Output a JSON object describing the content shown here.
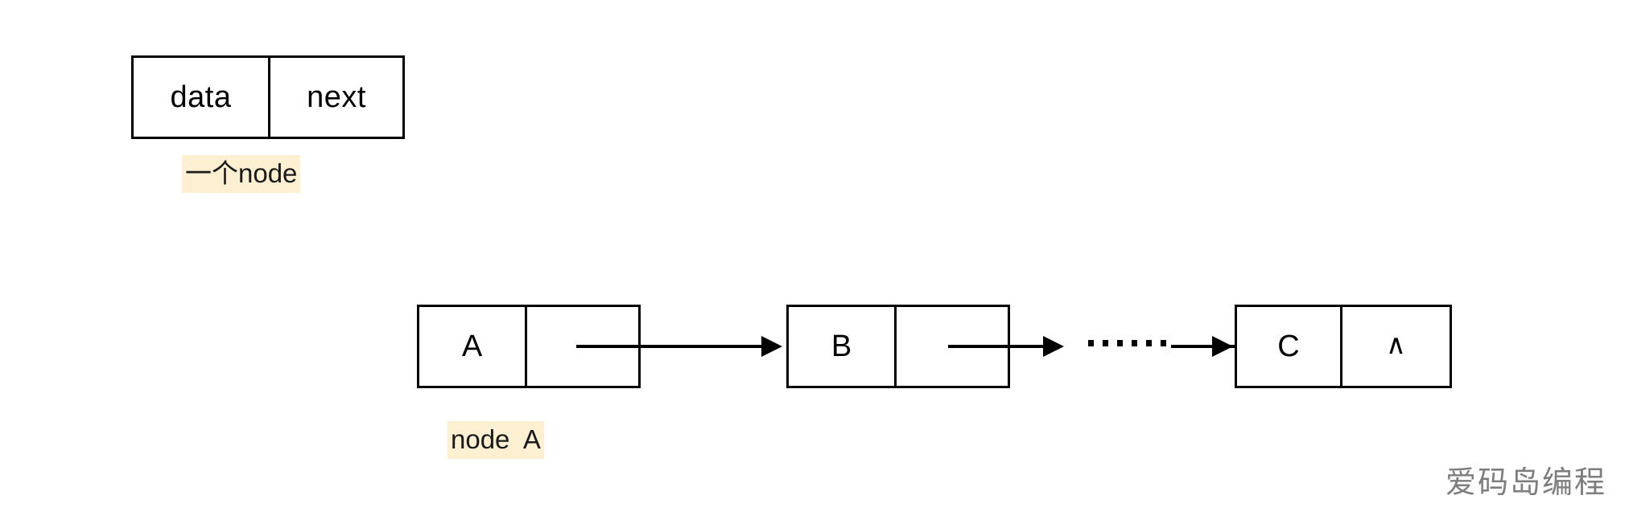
{
  "diagram": {
    "title": "linked-list node diagram",
    "background_color": "#ffffff",
    "stroke_color": "#000000",
    "highlight_color": "#fdefd2",
    "watermark_color": "#7d7d7d"
  },
  "template_node": {
    "data_label": "data",
    "next_label": "next",
    "caption": "一个node"
  },
  "list": {
    "caption_first": "node  A",
    "nodes": [
      {
        "data": "A",
        "next": "",
        "id": "node-a"
      },
      {
        "data": "B",
        "next": "",
        "id": "node-b"
      },
      {
        "data": "C",
        "next": "∧",
        "id": "node-c"
      }
    ],
    "ellipsis": "……",
    "dot_count": 6
  },
  "watermark": {
    "text": "爱码岛编程"
  }
}
